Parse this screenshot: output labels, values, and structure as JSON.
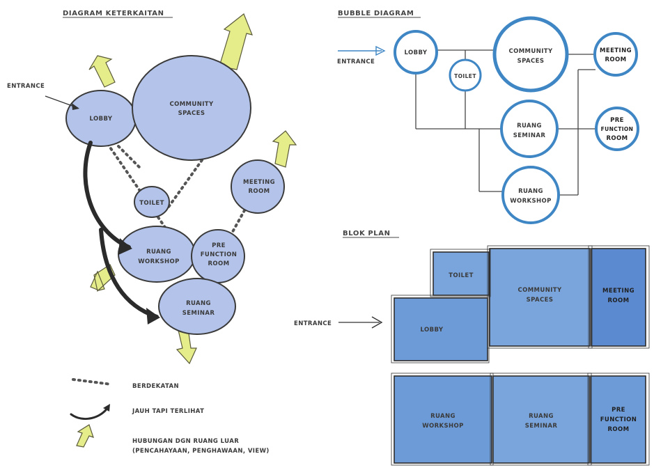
{
  "titles": {
    "relation_diagram": "DIAGRAM KETERKAITAN",
    "bubble_diagram": "BUBBLE DIAGRAM",
    "block_plan": "BLOK PLAN"
  },
  "relation_diagram": {
    "entrance": "ENTRANCE",
    "lobby": "LOBBY",
    "community_line1": "COMMUNITY",
    "community_line2": "SPACES",
    "meeting_line1": "MEETING",
    "meeting_line2": "ROOM",
    "toilet": "TOILET",
    "workshop_line1": "RUANG",
    "workshop_line2": "WORKSHOP",
    "prefunction_line1": "PRE",
    "prefunction_line2": "FUNCTION",
    "prefunction_line3": "ROOM",
    "seminar_line1": "RUANG",
    "seminar_line2": "SEMINAR"
  },
  "legend": {
    "near": "BERDEKATAN",
    "far_visible": "JAUH TAPI TERLIHAT",
    "outdoor_line1": "HUBUNGAN DGN RUANG LUAR",
    "outdoor_line2": "(PENCAHAYAAN, PENGHAWAAN, VIEW)"
  },
  "bubble_diagram": {
    "entrance": "ENTRANCE",
    "lobby": "LOBBY",
    "toilet": "TOILET",
    "community_line1": "COMMUNITY",
    "community_line2": "SPACES",
    "meeting_line1": "MEETING",
    "meeting_line2": "ROOM",
    "seminar_line1": "RUANG",
    "seminar_line2": "SEMINAR",
    "prefunction_line1": "PRE",
    "prefunction_line2": "FUNCTION",
    "prefunction_line3": "ROOM",
    "workshop_line1": "RUANG",
    "workshop_line2": "WORKSHOP"
  },
  "block_plan": {
    "entrance": "ENTRANCE",
    "toilet": "TOILET",
    "community_line1": "COMMUNITY",
    "community_line2": "SPACES",
    "meeting_line1": "MEETING",
    "meeting_line2": "ROOM",
    "lobby": "LOBBY",
    "workshop_line1": "RUANG",
    "workshop_line2": "WORKSHOP",
    "seminar_line1": "RUANG",
    "seminar_line2": "SEMINAR",
    "prefunction_line1": "PRE",
    "prefunction_line2": "FUNCTION",
    "prefunction_line3": "ROOM"
  },
  "colors": {
    "bubble_fill": "#b3c3ea",
    "bubble_stroke": "#3a3a3a",
    "arrow_green": "#e5ec8a",
    "blue_ring": "#3f86c5",
    "block_fill": "#6d9bd8",
    "block_fill_dark": "#5b8ad0"
  }
}
